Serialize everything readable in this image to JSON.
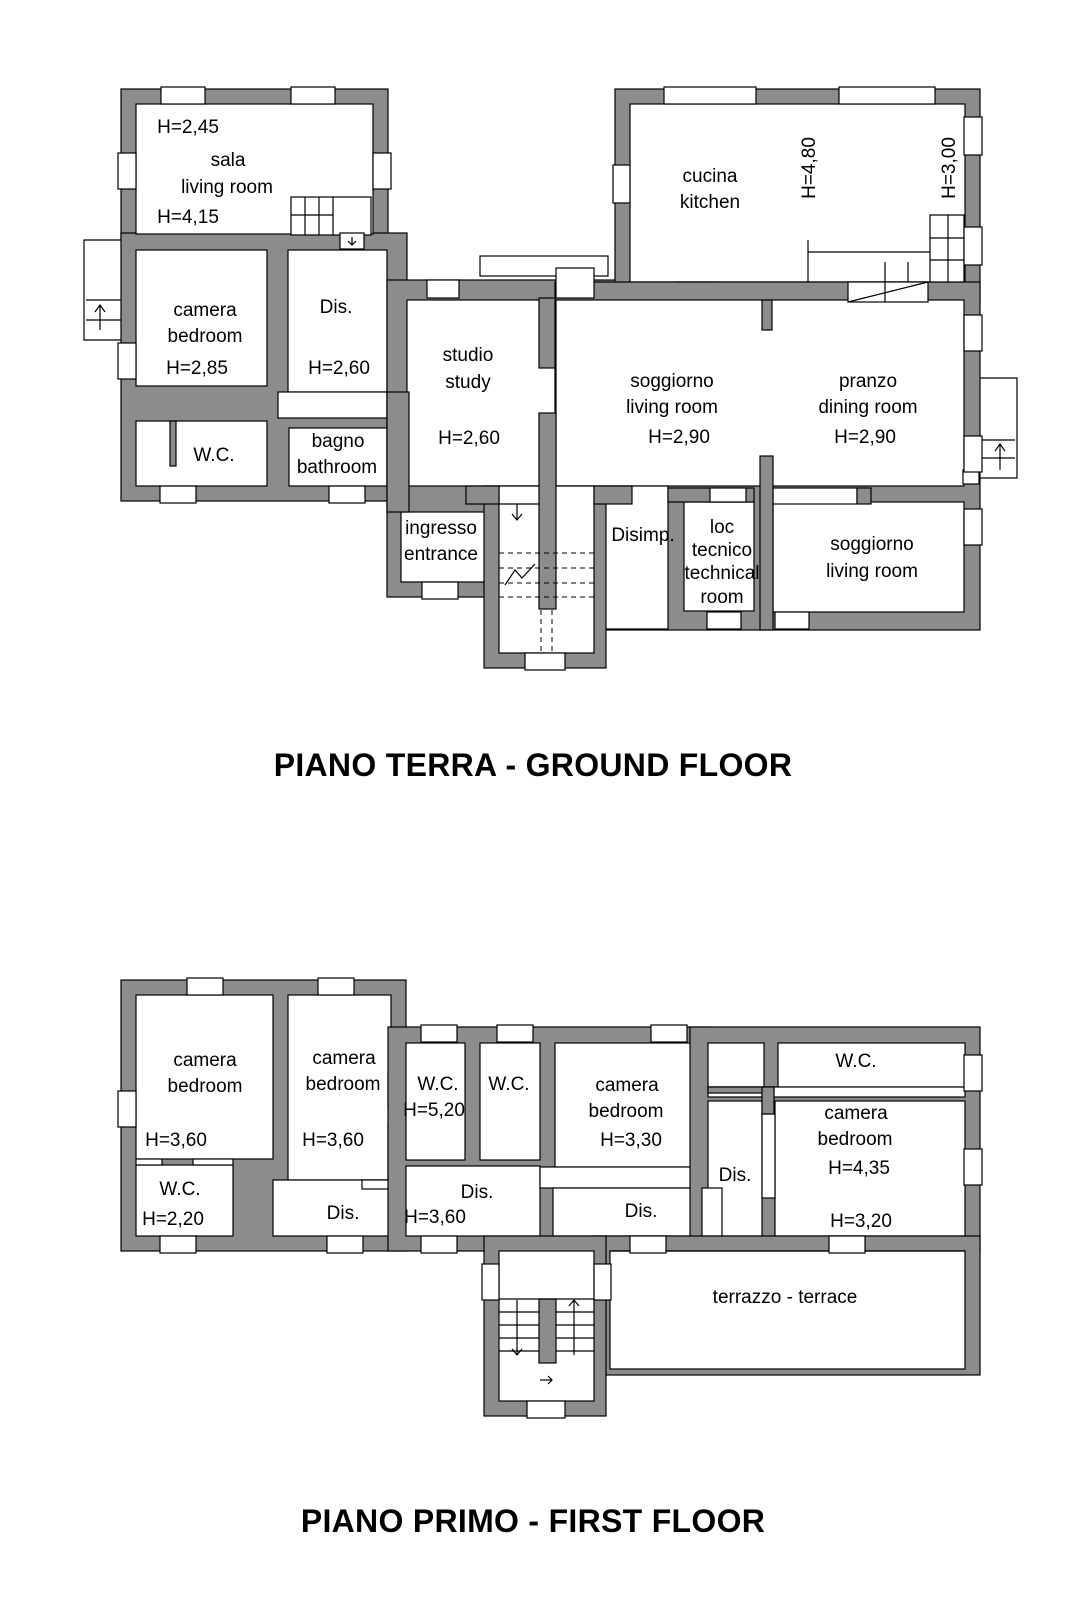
{
  "ground_floor": {
    "title": "PIANO TERRA - GROUND FLOOR",
    "labels": {
      "sala_h_top": "H=2,45",
      "sala_it": "sala",
      "sala_en": "living room",
      "sala_h_bottom": "H=4,15",
      "camera_it": "camera",
      "camera_en": "bedroom",
      "camera_h": "H=2,85",
      "dis_it": "Dis.",
      "dis_h": "H=2,60",
      "wc": "W.C.",
      "bagno_it": "bagno",
      "bagno_en": "bathroom",
      "studio_it": "studio",
      "studio_en": "study",
      "studio_h": "H=2,60",
      "ingresso_it": "ingresso",
      "ingresso_en": "entrance",
      "cucina_it": "cucina",
      "cucina_en": "kitchen",
      "cucina_h1": "H=4,80",
      "cucina_h2": "H=3,00",
      "soggiorno1_it": "soggiorno",
      "soggiorno1_en": "living room",
      "soggiorno1_h": "H=2,90",
      "pranzo_it": "pranzo",
      "pranzo_en": "dining room",
      "pranzo_h": "H=2,90",
      "disimp": "Disimp.",
      "loc_1": "loc",
      "loc_2": "tecnico",
      "loc_3": "technical",
      "loc_4": "room",
      "soggiorno2_it": "soggiorno",
      "soggiorno2_en": "living room"
    }
  },
  "first_floor": {
    "title": "PIANO PRIMO - FIRST FLOOR",
    "labels": {
      "cam1_it": "camera",
      "cam1_en": "bedroom",
      "cam1_h": "H=3,60",
      "wc1": "W.C.",
      "wc1_h": "H=2,20",
      "cam2_it": "camera",
      "cam2_en": "bedroom",
      "cam2_h": "H=3,60",
      "dis1": "Dis.",
      "wc2": "W.C.",
      "wc2_h": "H=5,20",
      "wc3": "W.C.",
      "dis2": "Dis.",
      "dis2_h": "H=3,60",
      "cam3_it": "camera",
      "cam3_en": "bedroom",
      "cam3_h": "H=3,30",
      "dis3": "Dis.",
      "dis4": "Dis.",
      "wc4": "W.C.",
      "cam4_it": "camera",
      "cam4_en": "bedroom",
      "cam4_h1": "H=4,35",
      "cam4_h2": "H=3,20",
      "terrace": "terrazzo - terrace"
    }
  }
}
